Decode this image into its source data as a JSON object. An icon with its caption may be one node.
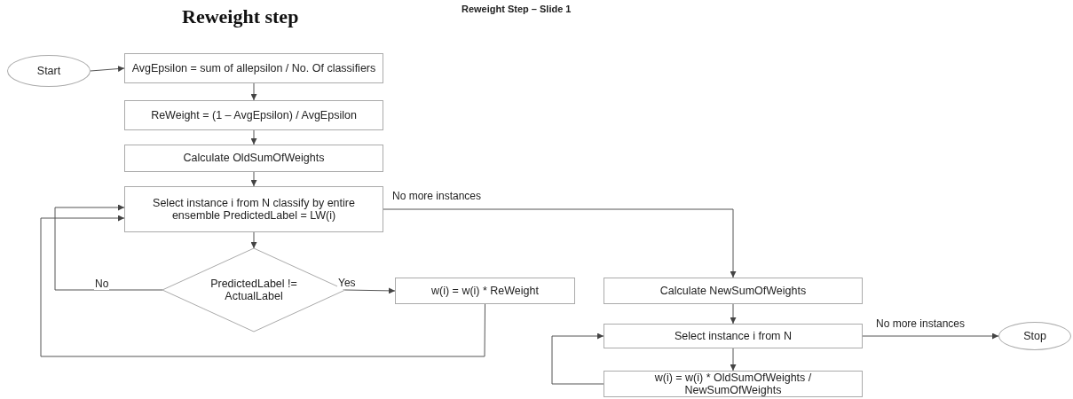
{
  "diagram": {
    "title": "Reweight step",
    "nodes": [
      {
        "text": [
          "Start"
        ]
      },
      {
        "text": [
          "AvgEpsilon = sum of allepsilon / No. Of classifiers"
        ]
      },
      {
        "text": [
          "ReWeight = (1 – AvgEpsilon) / AvgEpsilon"
        ]
      },
      {
        "text": [
          "Calculate OldSumOfWeights"
        ]
      },
      {
        "text": [
          "Select instance i from N classify by entire ensemble PredictedLabel = LW(i)"
        ]
      },
      {
        "text": [
          "PredictedLabel != ActualLabel"
        ]
      },
      {
        "text": [
          "w(i) = w(i) * ReWeight"
        ]
      },
      {
        "text": [
          "Calculate NewSumOfWeights"
        ]
      },
      {
        "text": [
          "Select instance i from N"
        ]
      },
      {
        "text": [
          "w(i) = w(i) * OldSumOfWeights / NewSumOfWeights"
        ]
      },
      {
        "text": [
          "Stop"
        ]
      }
    ],
    "edges": [
      {
        "from": 0,
        "to": 1,
        "arrow": "to"
      },
      {
        "from": 1,
        "to": 2,
        "arrow": "to"
      },
      {
        "from": 2,
        "to": 3,
        "arrow": "to"
      },
      {
        "from": 3,
        "to": 4,
        "arrow": "to"
      },
      {
        "from": 4,
        "to": 5,
        "arrow": "to"
      },
      {
        "from": 5,
        "to": 6,
        "arrow": "to",
        "label": "Yes"
      },
      {
        "from": 5,
        "to": 4,
        "arrow": "to",
        "label": "No"
      },
      {
        "from": 6,
        "to": 4,
        "arrow": "to"
      },
      {
        "from": 4,
        "to": 7,
        "arrow": "to",
        "label": "No more instances"
      },
      {
        "from": 7,
        "to": 8,
        "arrow": "to"
      },
      {
        "from": 8,
        "to": 9,
        "arrow": "to"
      },
      {
        "from": 9,
        "to": 8,
        "arrow": "to"
      },
      {
        "from": 8,
        "to": 10,
        "arrow": "to",
        "label": "No more instances"
      }
    ],
    "labels": [
      "Reweight Step – Slide 1"
    ]
  }
}
